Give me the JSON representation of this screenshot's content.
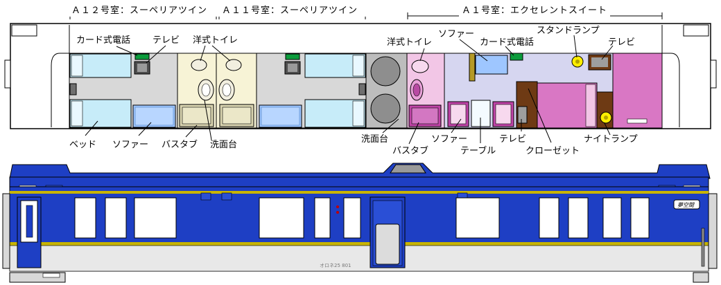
{
  "headers": {
    "room_a12": "Ａ１２号室：スーペリアツイン",
    "room_a11": "Ａ１１号室：スーペリアツイン",
    "room_a1": "Ａ１号室：エクセレントスイート"
  },
  "labels": {
    "card_phone_a12": "カード式電話",
    "tv_a12": "テレビ",
    "western_toilet_a": "洋式トイレ",
    "bed": "ベッド",
    "sofa_a12": "ソファー",
    "bathtub_a": "バスタブ",
    "washbasin_a": "洗面台",
    "western_toilet_b": "洋式トイレ",
    "sofa_a1_top": "ソファー",
    "card_phone_a1": "カード式電話",
    "stand_lamp": "スタンドランプ",
    "tv_a1_top": "テレビ",
    "washbasin_b": "洗面台",
    "bathtub_b": "バスタブ",
    "sofa_a1_bottom": "ソファー",
    "table": "テーブル",
    "tv_a1_bottom": "テレビ",
    "closet": "クローゼット",
    "night_lamp": "ナイトランプ"
  },
  "side_view": {
    "car_number": "オロネ25 801",
    "destination_sign": "夢空間"
  },
  "colors": {
    "body_blue": "#1e3fc4",
    "gold_stripe": "#c8b400",
    "superior_floor": "#d8d8d8",
    "bed_blue": "#c7ecf9",
    "sofa_blue": "#9ec6ff",
    "bath_beige": "#f7f3d6",
    "suite_lavender": "#d6d6f0",
    "suite_pink": "#d977c4",
    "closet_brown": "#6e3a14",
    "phone_green": "#0c9c3c",
    "lamp_yellow": "#ffee00"
  }
}
